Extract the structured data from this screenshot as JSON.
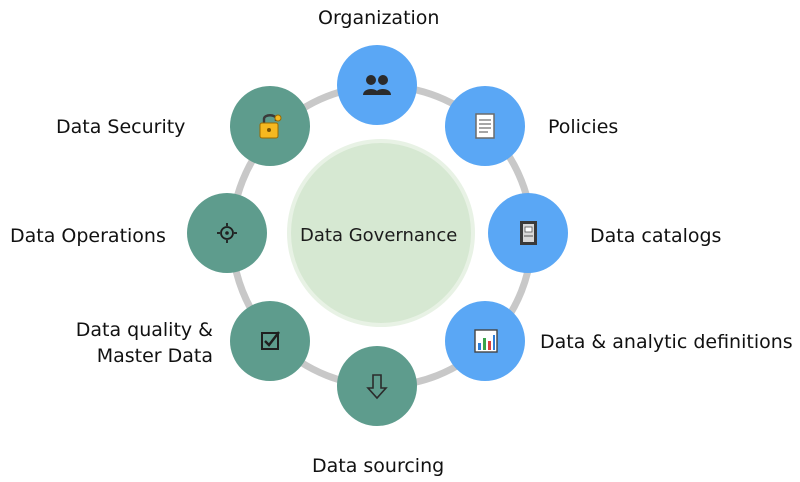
{
  "diagram": {
    "center": {
      "label": "Data Governance"
    },
    "nodes": [
      {
        "id": "organization",
        "label": "Organization",
        "icon": "people-icon",
        "color": "#5aa7f5"
      },
      {
        "id": "policies",
        "label": "Policies",
        "icon": "document-icon",
        "color": "#5aa7f5"
      },
      {
        "id": "data-catalogs",
        "label": "Data catalogs",
        "icon": "notebook-icon",
        "color": "#5aa7f5"
      },
      {
        "id": "data-analytic-definitions",
        "label": "Data & analytic definitions",
        "icon": "bar-chart-icon",
        "color": "#5aa7f5"
      },
      {
        "id": "data-sourcing",
        "label": "Data sourcing",
        "icon": "down-arrow-icon",
        "color": "#5e9c8d"
      },
      {
        "id": "data-quality",
        "label_line1": "Data quality &",
        "label_line2": "Master Data",
        "icon": "checkbox-icon",
        "color": "#5e9c8d"
      },
      {
        "id": "data-operations",
        "label": "Data Operations",
        "icon": "gear-icon",
        "color": "#5e9c8d"
      },
      {
        "id": "data-security",
        "label": "Data Security",
        "icon": "lock-icon",
        "color": "#5e9c8d"
      }
    ],
    "colors": {
      "ring": "#c8c8c8",
      "hub_fill": "#d6e8d2",
      "teal": "#5e9c8d",
      "blue": "#5aa7f5"
    }
  }
}
